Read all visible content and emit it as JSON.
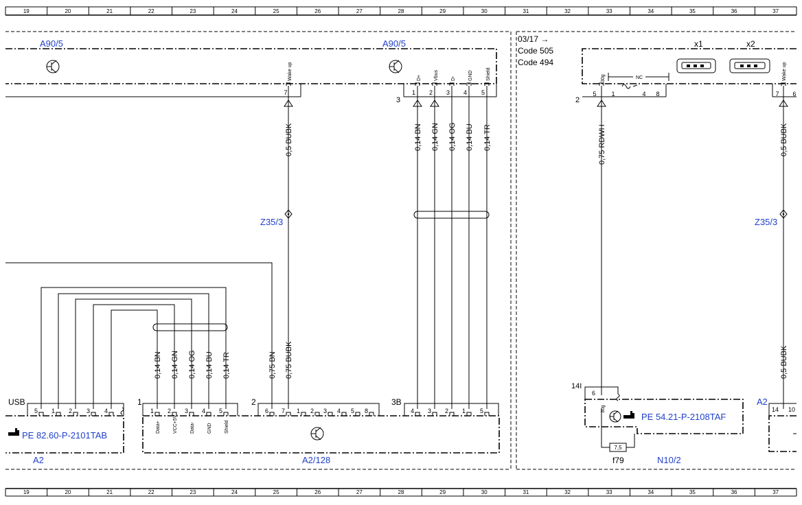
{
  "ruler": {
    "columns": [
      "19",
      "20",
      "21",
      "22",
      "23",
      "24",
      "25",
      "26",
      "27",
      "28",
      "29",
      "30",
      "31",
      "32",
      "33",
      "34",
      "35",
      "36",
      "37"
    ]
  },
  "labels": {
    "a90_left": "A90/5",
    "a90_right": "A90/5",
    "code_date": "03/17 →",
    "code_505": "Code 505",
    "code_494": "Code 494",
    "x1": "x1",
    "x2": "x2",
    "z35_left": "Z35/3",
    "z35_right": "Z35/3",
    "usb": "USB",
    "conn_1": "1",
    "conn_2": "2",
    "conn_3b": "3B",
    "conn_3": "3",
    "conn_2_right": "2",
    "a2_left": "A2",
    "a2_right": "A2",
    "a2_128": "A2/128",
    "n10_2": "N10/2",
    "f79": "f79",
    "fuse_value": "7,5",
    "pin_14i": "14I",
    "pin_6": "6",
    "pin_30g": "30g",
    "nc": "NC",
    "pe_left": "PE 82.60-P-2101TAB",
    "pe_right": "PE 54.21-P-2108TAF",
    "pin_14": "14",
    "pin_10": "10"
  },
  "pins": {
    "a90_wakeup_pin": "7",
    "a90_wakeup_label": "Wake up",
    "a90_pins": [
      "1",
      "2",
      "3",
      "4",
      "5"
    ],
    "a90_pin_labels": [
      "D+",
      "Vbus",
      "D-",
      "GND",
      "Shield"
    ],
    "right_top_pins": [
      "5",
      "1",
      "4",
      "8"
    ],
    "right_top_30g": "30g",
    "right_wakeup_pin": "7",
    "right_wakeup_label": "Wake up",
    "right_wakeup_next": "6",
    "usb_pins": [
      "5",
      "1",
      "2",
      "3",
      "4"
    ],
    "c1_pins": [
      "1",
      "2",
      "3",
      "4",
      "5"
    ],
    "c1_labels": [
      "Data+",
      "VCC+5V",
      "Data-",
      "GND",
      "Shield"
    ],
    "c2_pins": [
      "6",
      "7",
      "1",
      "2",
      "3",
      "4",
      "5",
      "8"
    ],
    "c3b_pins": [
      "4",
      "3",
      "2",
      "1",
      "5"
    ]
  },
  "wires": {
    "bubk_upper": "0,5 BUBK",
    "upper": [
      "0,14 BN",
      "0,14 GN",
      "0,14 OG",
      "0,14 BU",
      "0,14 TR"
    ],
    "rdwh": "0,75 RDWH",
    "bubk_right_upper": "0,5 BUBK",
    "lower": [
      "0,14 BN",
      "0,14 GN",
      "0,14 OG",
      "0,14 BU",
      "0,14 TR"
    ],
    "bn_075": "0,75 BN",
    "bubk_075": "0,75 BUBK",
    "bubk_right_lower": "0,5 BUBK"
  }
}
